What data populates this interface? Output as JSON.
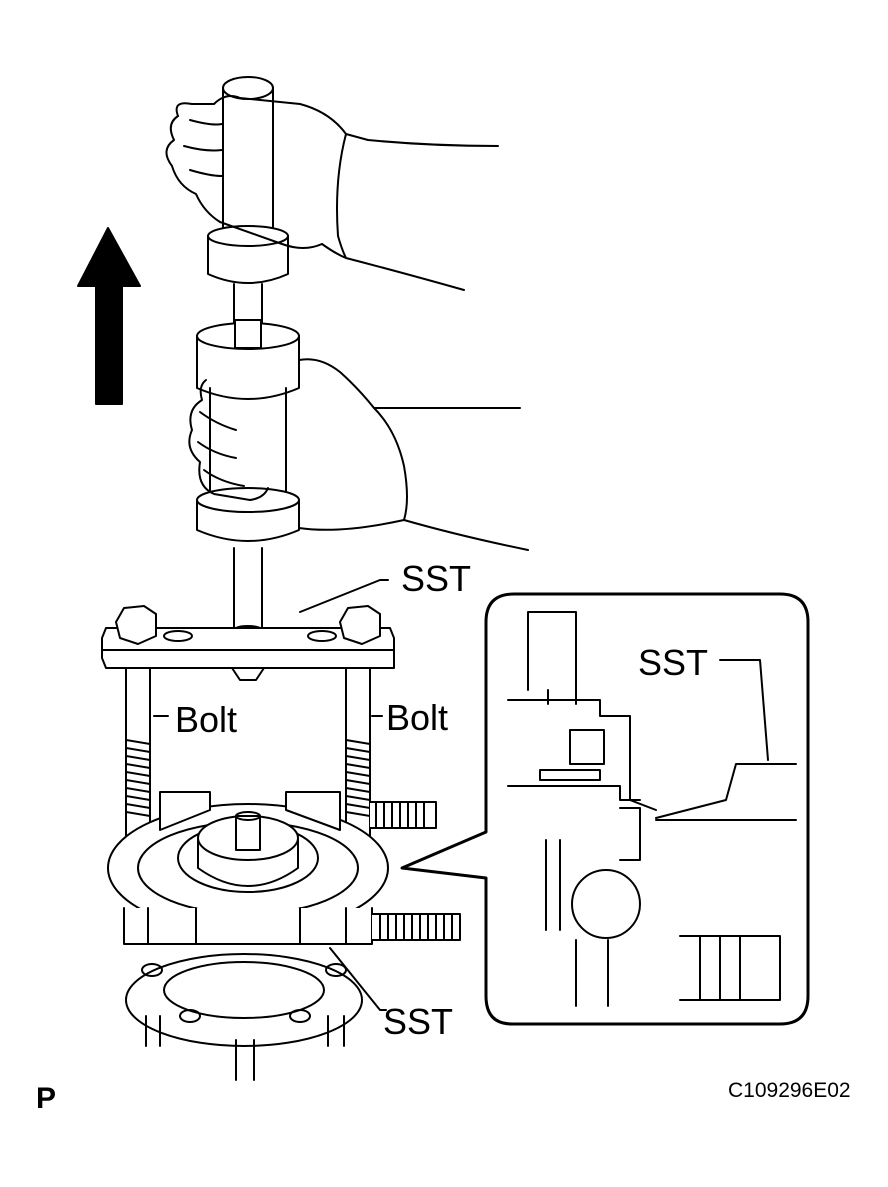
{
  "labels": {
    "sst_top": "SST",
    "bolt_left": "Bolt",
    "bolt_right": "Bolt",
    "sst_bottom": "SST",
    "sst_inset": "SST",
    "view_code": "P",
    "figure_id": "C109296E02"
  },
  "icons": {
    "direction": "pull-up-arrow-icon"
  },
  "colors": {
    "ink": "#000000",
    "paper": "#ffffff"
  }
}
